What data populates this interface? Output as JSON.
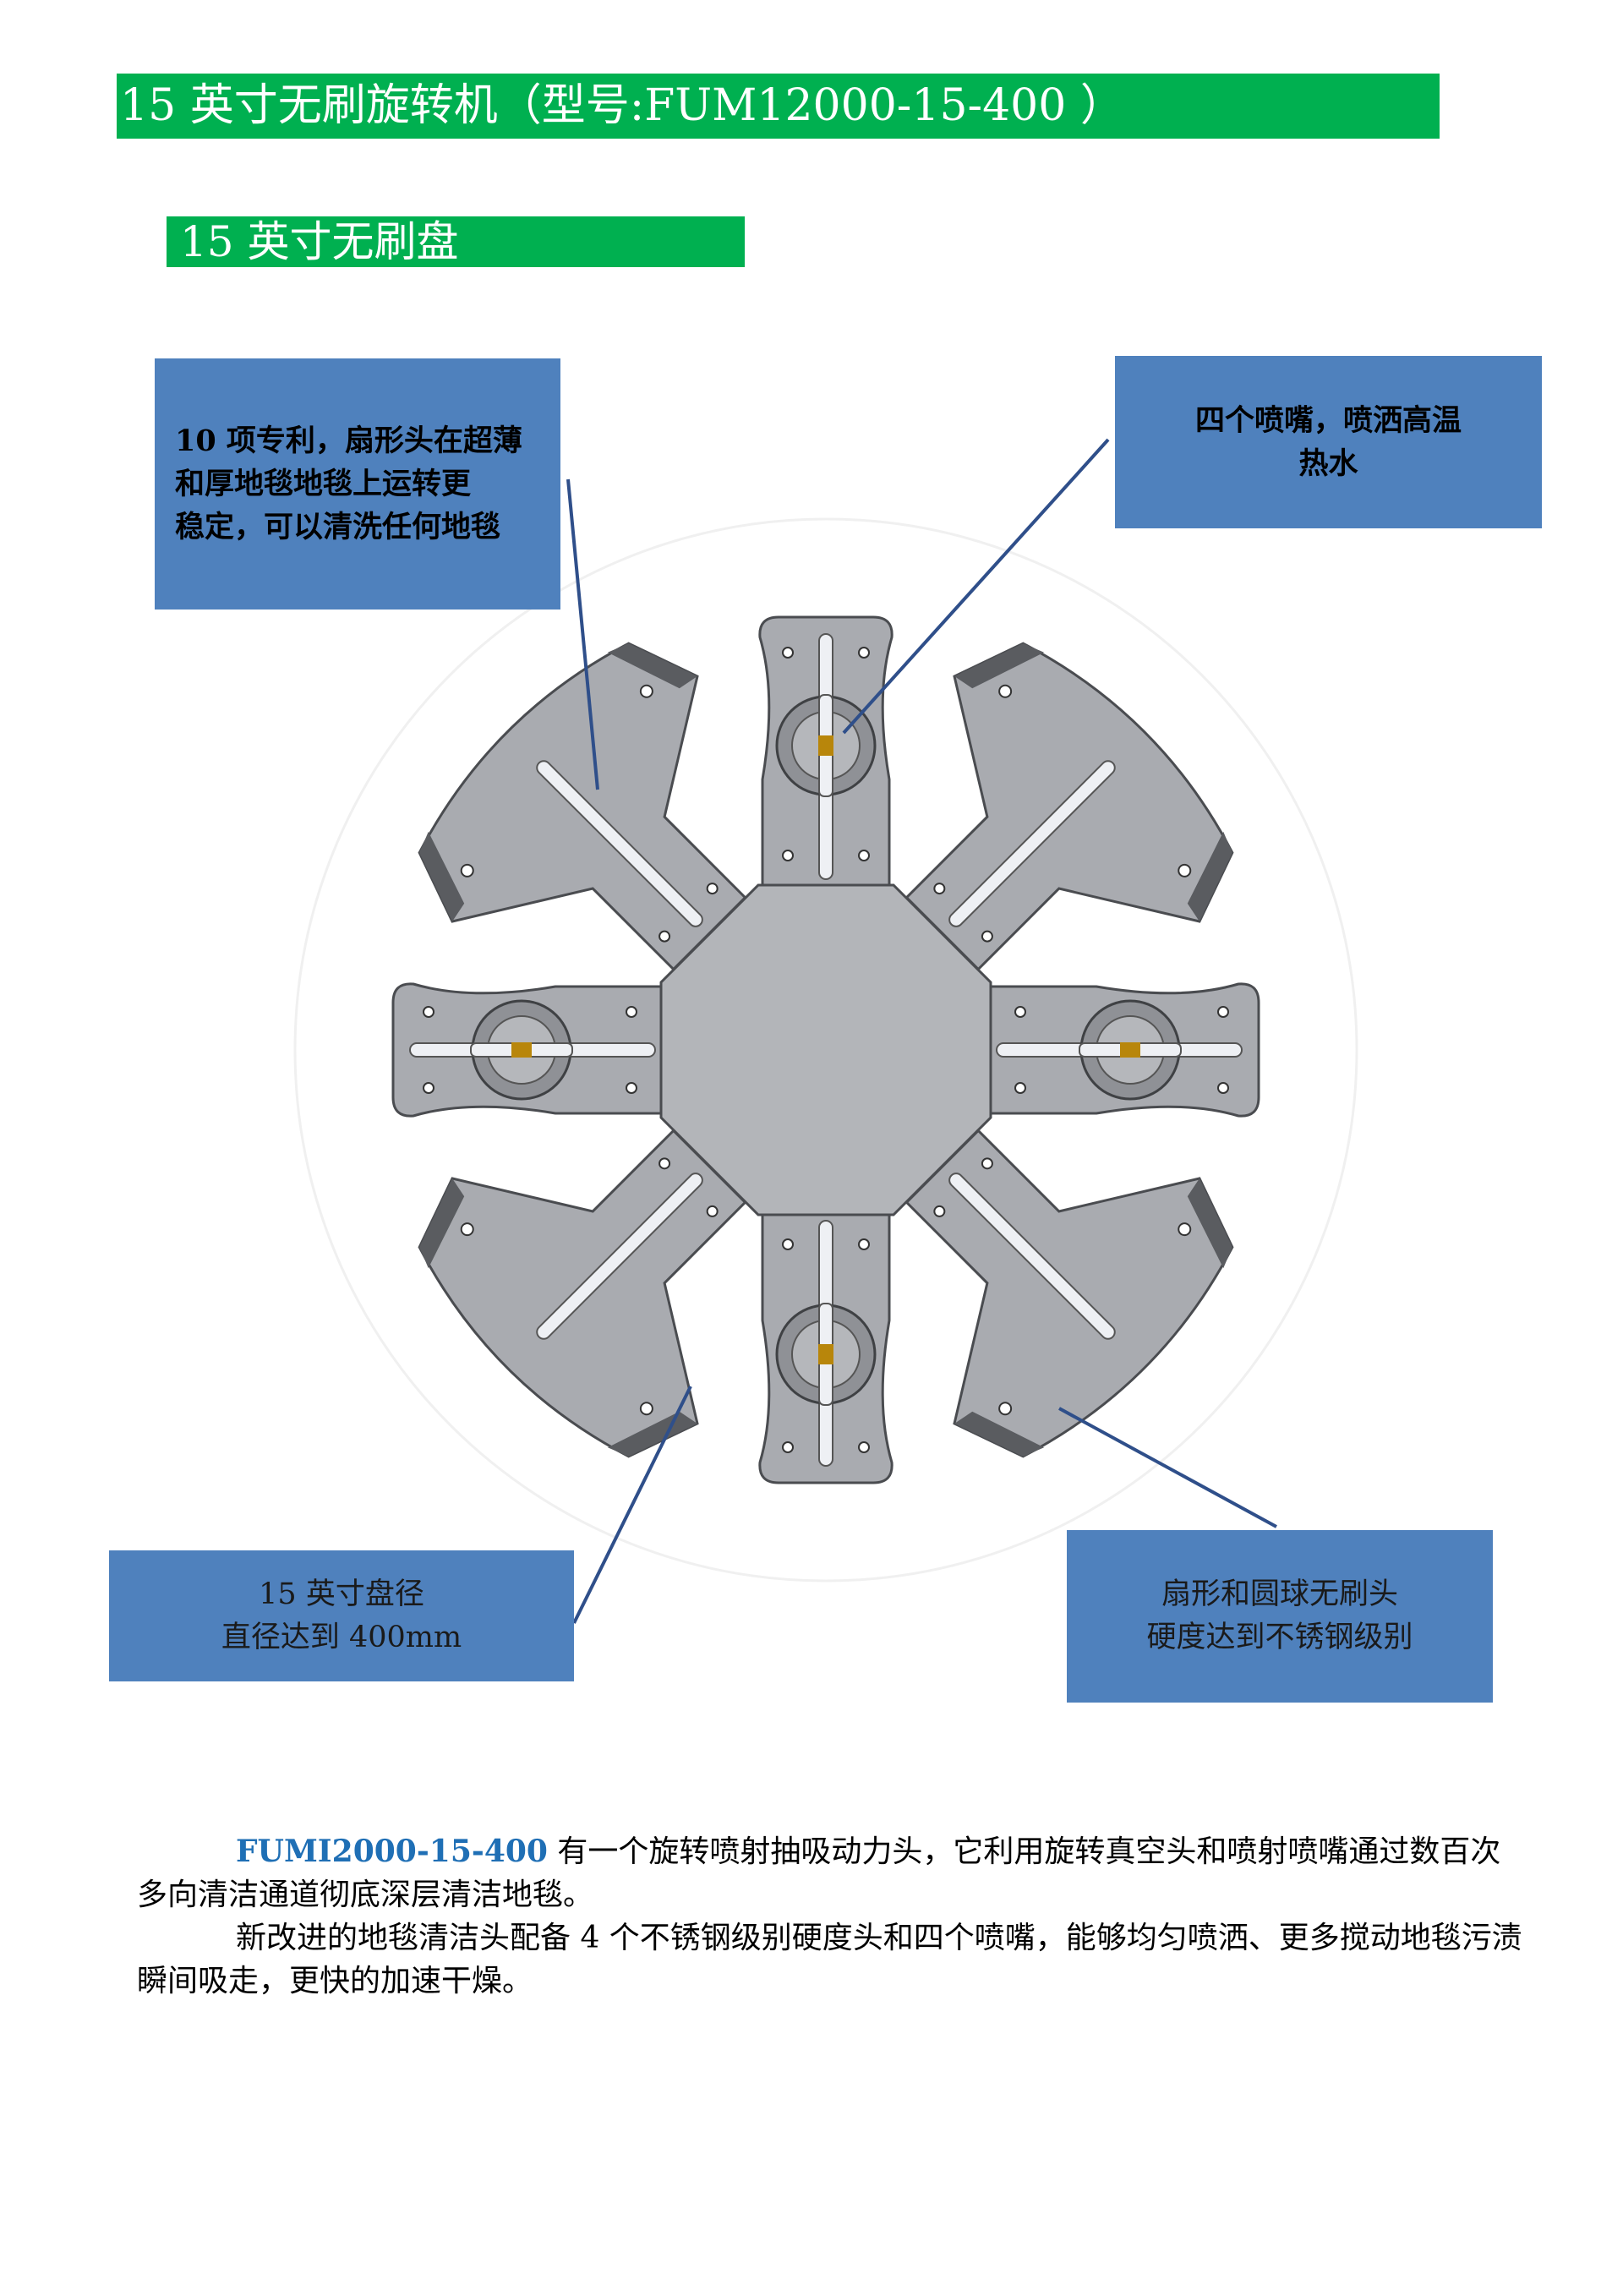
{
  "heading": "15 英寸无刷旋转机（型号:FUM12000-15-400 ）",
  "subheading": "15 英寸无刷盘",
  "callouts": [
    {
      "text": "10 项专利，扇形头在超薄\n和厚地毯地毯上运转更\n稳定，可以清洗任何地毯"
    },
    {
      "text": "四个喷嘴，喷洒高温\n热水"
    },
    {
      "text": "15 英寸盘径\n直径达到  400mm"
    },
    {
      "text": "扇形和圆球无刷头\n硬度达到不锈钢级别"
    }
  ],
  "paragraphs": [
    {
      "model": "FUMI2000-15-400",
      "text": " 有一个旋转喷射抽吸动力头，它利用旋转真空头和喷射喷嘴通过数百次多向清洁通道彻底深层清洁地毯。"
    },
    {
      "text": "新改进的地毯清洁头配备 4 个不锈钢级别硬度头和四个喷嘴，能够均匀喷洒、更多搅动地毯污渍瞬间吸走，更快的加速干燥。"
    }
  ],
  "colors": {
    "header_green": "#00b050",
    "callout_blue": "#4f81bd",
    "leader_line": "#2f4f8a",
    "model_blue": "#1f6fb5"
  }
}
